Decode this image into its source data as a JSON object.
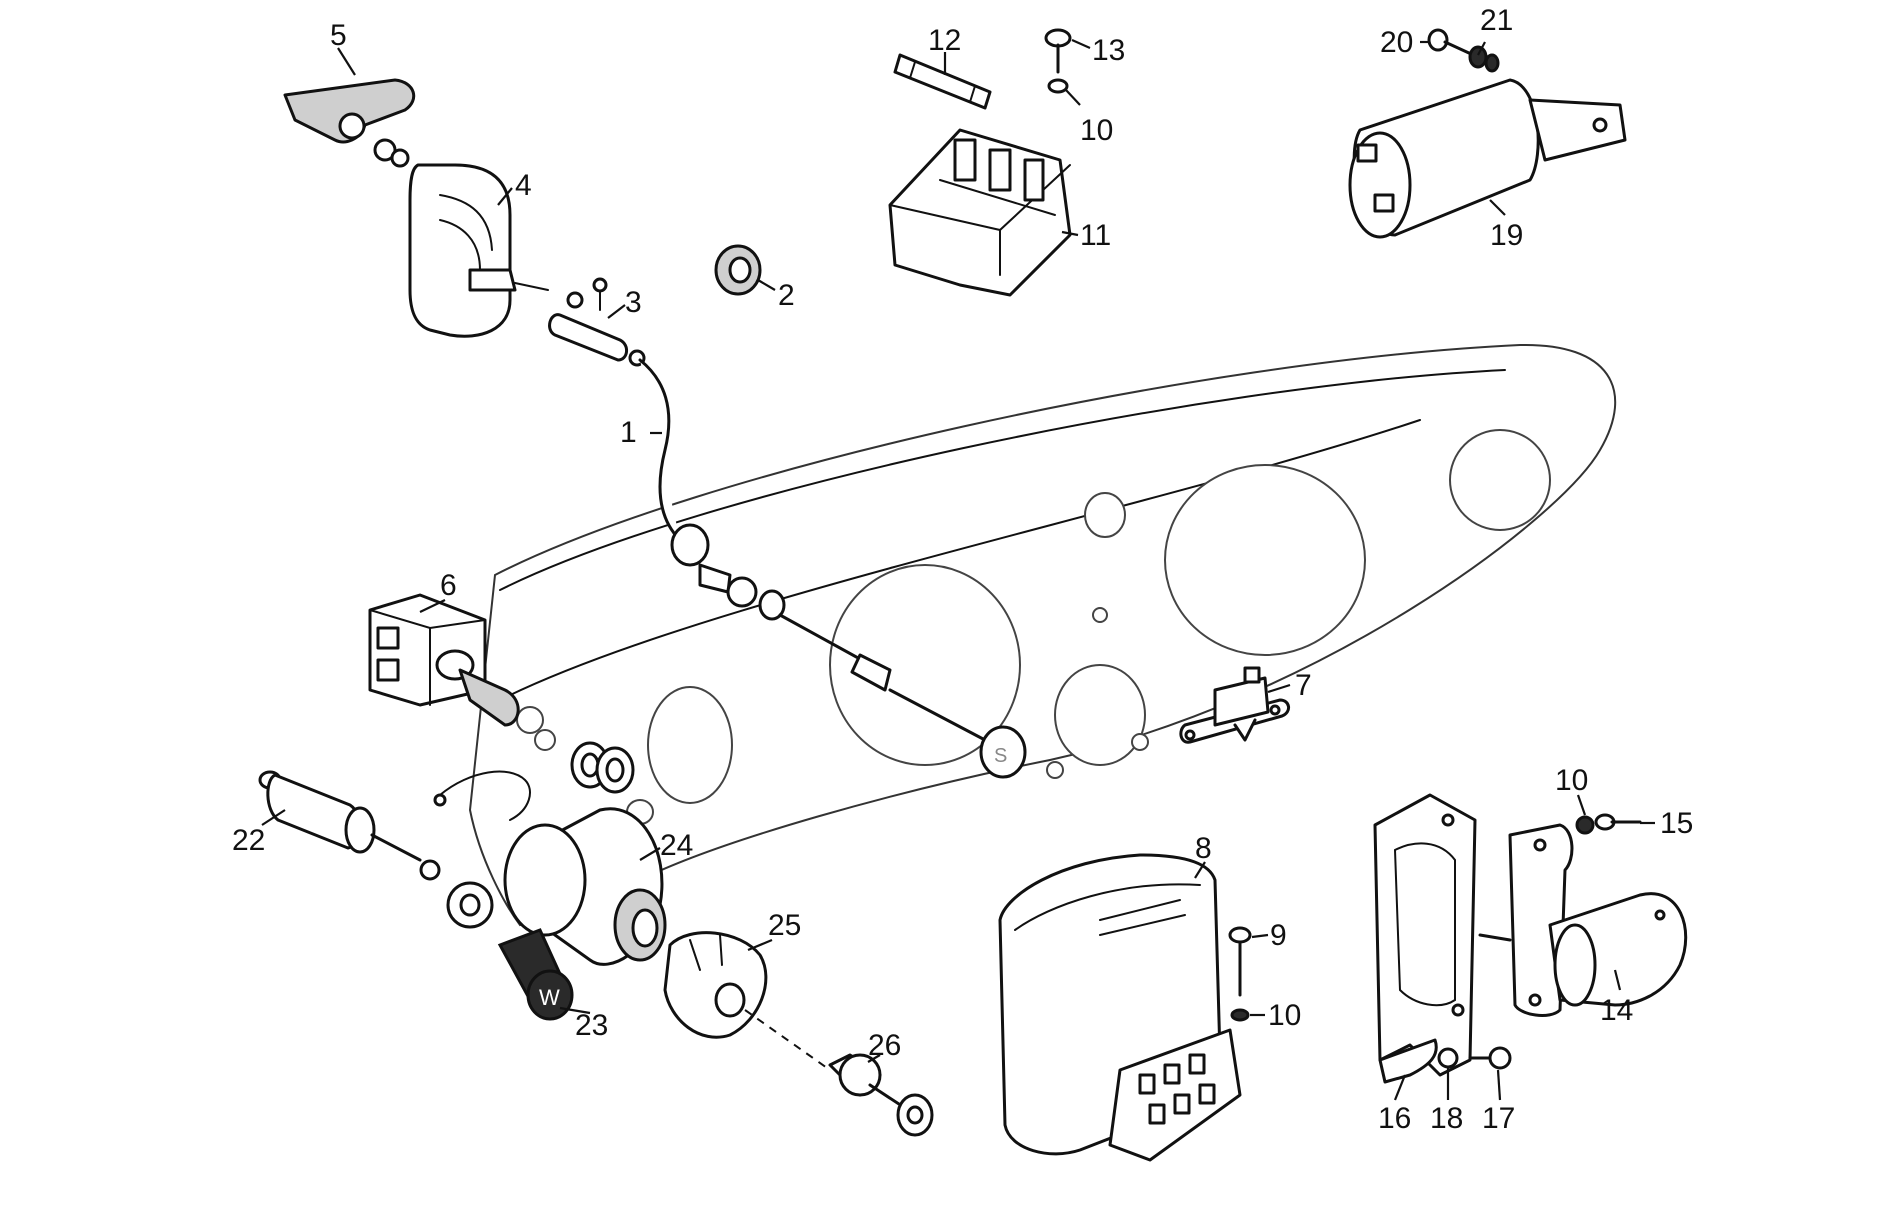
{
  "diagram": {
    "labels": [
      {
        "id": "1",
        "text": "1"
      },
      {
        "id": "2",
        "text": "2"
      },
      {
        "id": "3",
        "text": "3"
      },
      {
        "id": "4",
        "text": "4"
      },
      {
        "id": "5",
        "text": "5"
      },
      {
        "id": "6",
        "text": "6"
      },
      {
        "id": "7",
        "text": "7"
      },
      {
        "id": "8",
        "text": "8"
      },
      {
        "id": "9",
        "text": "9"
      },
      {
        "id": "10a",
        "text": "10"
      },
      {
        "id": "10b",
        "text": "10"
      },
      {
        "id": "10c",
        "text": "10"
      },
      {
        "id": "11",
        "text": "11"
      },
      {
        "id": "12",
        "text": "12"
      },
      {
        "id": "13",
        "text": "13"
      },
      {
        "id": "14",
        "text": "14"
      },
      {
        "id": "15",
        "text": "15"
      },
      {
        "id": "16",
        "text": "16"
      },
      {
        "id": "17",
        "text": "17"
      },
      {
        "id": "18",
        "text": "18"
      },
      {
        "id": "19",
        "text": "19"
      },
      {
        "id": "20",
        "text": "20"
      },
      {
        "id": "21",
        "text": "21"
      },
      {
        "id": "22",
        "text": "22"
      },
      {
        "id": "23",
        "text": "23"
      },
      {
        "id": "24",
        "text": "24"
      },
      {
        "id": "25",
        "text": "25"
      },
      {
        "id": "26",
        "text": "26"
      }
    ],
    "knob_marks": {
      "choke": "S",
      "wiper": "W"
    }
  }
}
